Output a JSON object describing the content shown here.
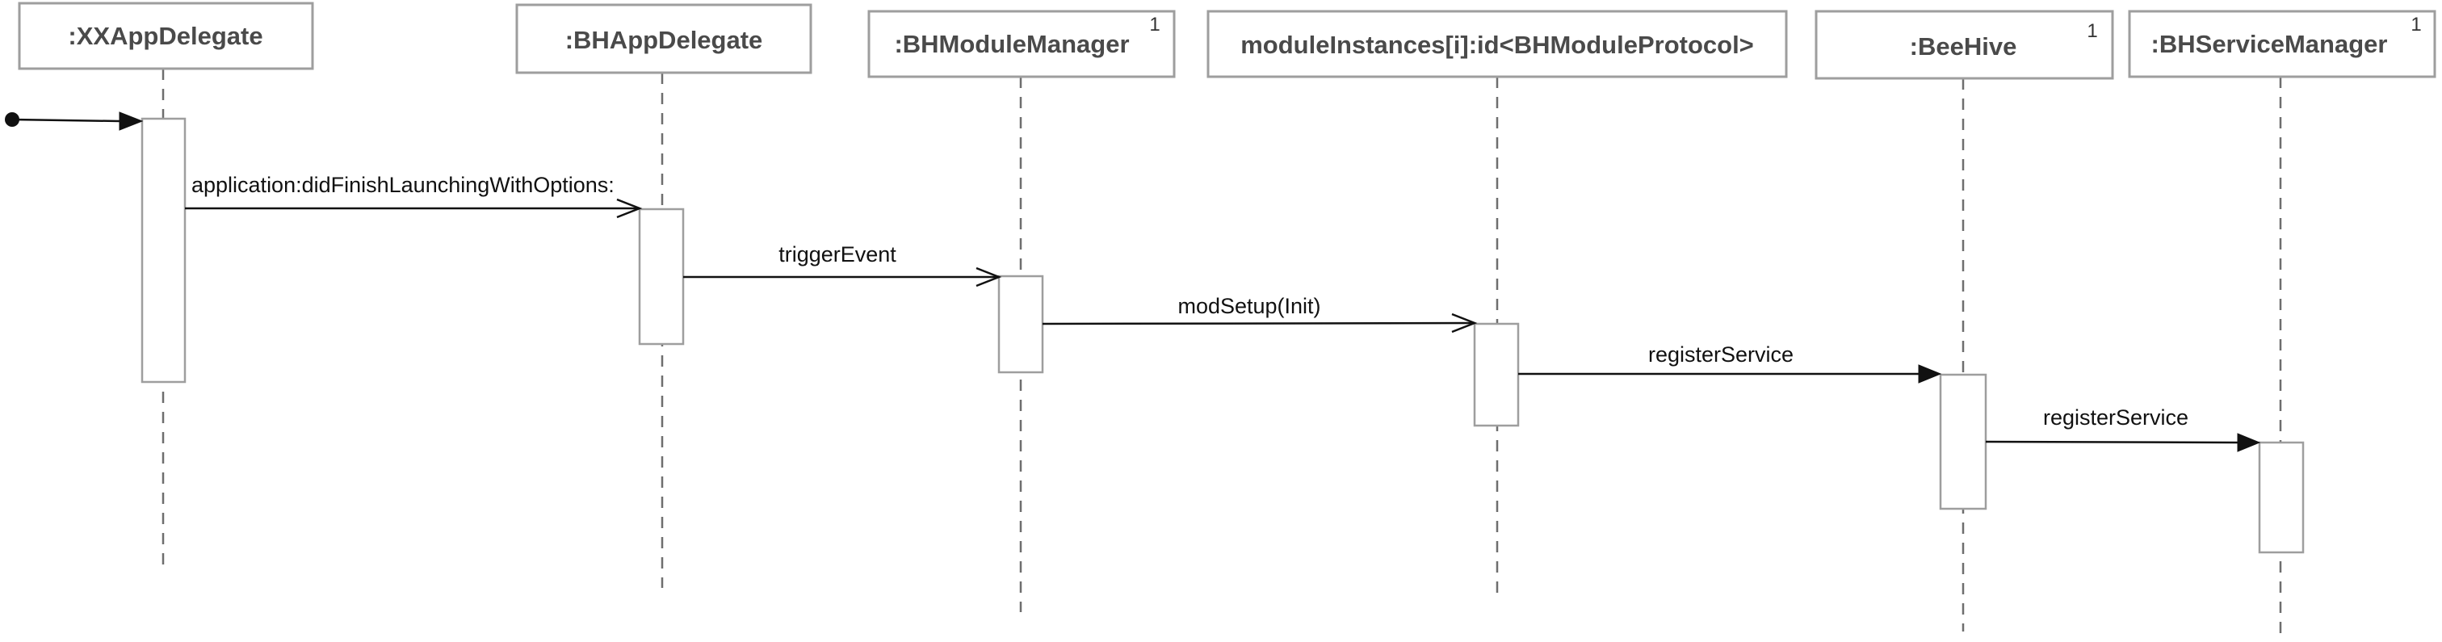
{
  "diagram": {
    "type": "sequence",
    "participants": [
      {
        "id": "xxapp",
        "label": ":XXAppDelegate",
        "multiplicity": ""
      },
      {
        "id": "bhapp",
        "label": ":BHAppDelegate",
        "multiplicity": ""
      },
      {
        "id": "modmgr",
        "label": ":BHModuleManager",
        "multiplicity": "1"
      },
      {
        "id": "modinst",
        "label": "moduleInstances[i]:id<BHModuleProtocol>",
        "multiplicity": ""
      },
      {
        "id": "beehive",
        "label": ":BeeHive",
        "multiplicity": "1"
      },
      {
        "id": "svcmgr",
        "label": ":BHServiceManager",
        "multiplicity": "1"
      }
    ],
    "messages": [
      {
        "from": "",
        "to": "xxapp",
        "label": "",
        "kind": "found-sync"
      },
      {
        "from": "xxapp",
        "to": "bhapp",
        "label": "application:didFinishLaunchingWithOptions:",
        "kind": "async"
      },
      {
        "from": "bhapp",
        "to": "modmgr",
        "label": "triggerEvent",
        "kind": "async"
      },
      {
        "from": "modmgr",
        "to": "modinst",
        "label": "modSetup(Init)",
        "kind": "async"
      },
      {
        "from": "modinst",
        "to": "beehive",
        "label": "registerService",
        "kind": "sync"
      },
      {
        "from": "beehive",
        "to": "svcmgr",
        "label": "registerService",
        "kind": "sync"
      }
    ]
  }
}
